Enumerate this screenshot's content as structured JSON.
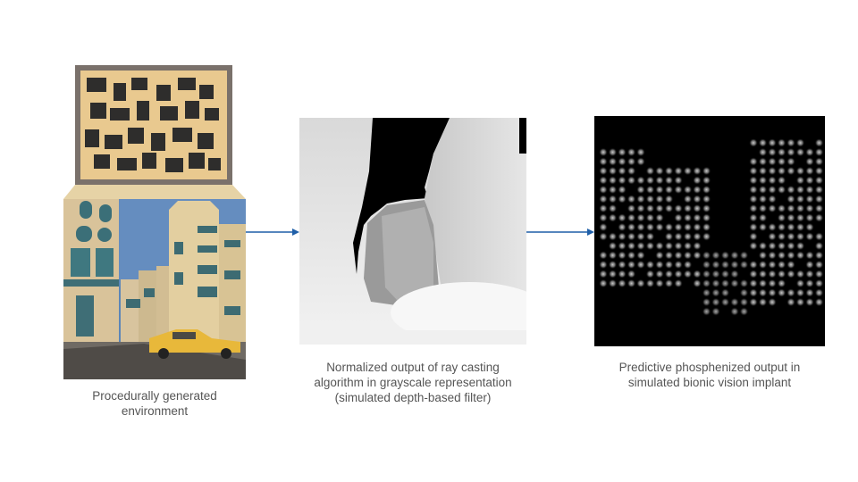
{
  "stages": [
    {
      "caption_lines": [
        "Procedurally generated",
        "environment"
      ],
      "visual": "top-down city map above a street-level 3D render with a yellow taxi"
    },
    {
      "caption_lines": [
        "Normalized output of ray casting",
        "algorithm in grayscale representation",
        "(simulated depth-based filter)"
      ],
      "visual": "grayscale depth map"
    },
    {
      "caption_lines": [
        "Predictive phosphenized output in",
        "simulated bionic vision implant"
      ],
      "visual": "grid of bright phosphene dots on black"
    }
  ],
  "colors": {
    "arrow": "#1f5fa8",
    "caption_text": "#555555",
    "map_ground": "#e9c98f",
    "map_frame": "#7a716b",
    "building": "#e3cfa0",
    "sky": "#5c86b8",
    "taxi": "#e8b83a"
  },
  "icons": [
    "arrow-right-icon",
    "arrow-right-icon"
  ]
}
